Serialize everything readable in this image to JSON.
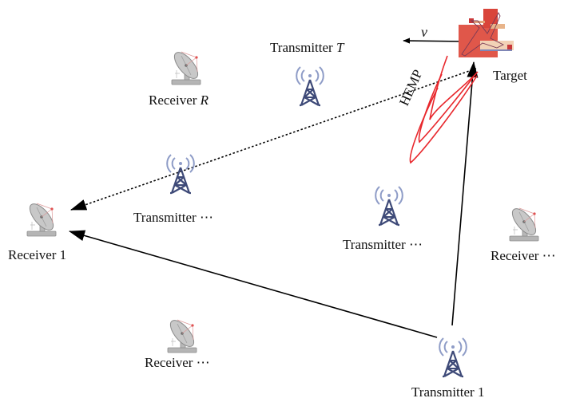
{
  "diagram": {
    "title": "",
    "nodes": {
      "target": {
        "label": "Target",
        "velocity_label": "v",
        "icon": "aircraft-target-icon"
      },
      "transmitter_t": {
        "label": "Transmitter ",
        "label_var": "T",
        "icon": "radio-tower-icon"
      },
      "receiver_r": {
        "label": "Receiver ",
        "label_var": "R",
        "icon": "satellite-dish-icon"
      },
      "transmitter_mid_left": {
        "label": "Transmitter ⋯",
        "icon": "radio-tower-icon"
      },
      "transmitter_mid_center": {
        "label": "Transmitter ⋯",
        "icon": "radio-tower-icon"
      },
      "receiver_1": {
        "label": "Receiver 1",
        "icon": "satellite-dish-icon"
      },
      "receiver_right": {
        "label": "Receiver ⋯",
        "icon": "satellite-dish-icon"
      },
      "receiver_bottom": {
        "label": "Receiver  ⋯",
        "icon": "satellite-dish-icon"
      },
      "transmitter_1": {
        "label": "Transmitter 1",
        "icon": "radio-tower-icon"
      }
    },
    "hemp": {
      "label": "HEMP",
      "color": "#e8262b"
    },
    "edges": [
      {
        "from": "target",
        "to": "receiver_1",
        "style": "dotted",
        "meaning": "scattered signal"
      },
      {
        "from": "transmitter_1",
        "to": "target",
        "style": "solid",
        "meaning": "illumination"
      },
      {
        "from": "transmitter_1",
        "to": "receiver_1",
        "style": "solid",
        "meaning": "direct path"
      }
    ],
    "colors": {
      "tower": "#3e4a78",
      "tower_waves": "#8e9cc7",
      "dish": "#a9a9a9",
      "target_block": "#e0574a",
      "arrow": "#000000"
    }
  }
}
